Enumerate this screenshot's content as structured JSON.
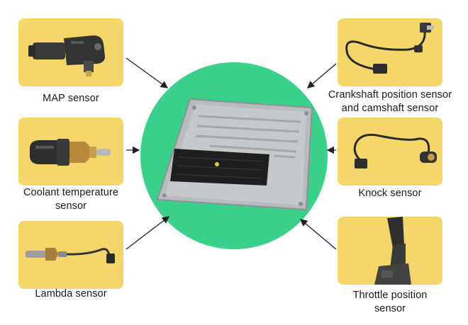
{
  "sensors": {
    "map": {
      "label": "MAP sensor"
    },
    "crankshaft": {
      "label_line1": "Crankshaft position sensor",
      "label_line2": "and camshaft sensor"
    },
    "coolant": {
      "label_line1": "Coolant temperature",
      "label_line2": "sensor"
    },
    "knock": {
      "label": "Knock sensor"
    },
    "lambda": {
      "label": "Lambda sensor"
    },
    "throttle": {
      "label_line1": "Throttle position",
      "label_line2": "sensor"
    }
  },
  "colors": {
    "card_background": "#f4d66a",
    "ecu_circle": "#3bd08c",
    "arrow": "#222222"
  }
}
